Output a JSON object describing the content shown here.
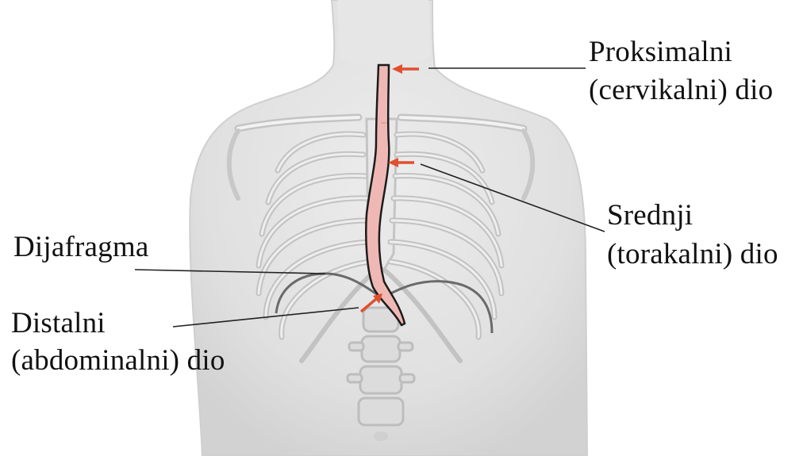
{
  "labels": {
    "proximal_line1": "Proksimalni",
    "proximal_line2": "(cervikalni) dio",
    "middle_line1": "Srednji",
    "middle_line2": "(torakalni) dio",
    "diaphragm": "Dijafragma",
    "distal_line1": "Distalni",
    "distal_line2": "(abdominalni) dio"
  },
  "colors": {
    "body_fill": "#e2e2e2",
    "bone_stroke": "#c4c4c4",
    "esophagus_fill": "#f0b8b4",
    "arrow": "#e0502e",
    "leader_line": "#222222"
  }
}
